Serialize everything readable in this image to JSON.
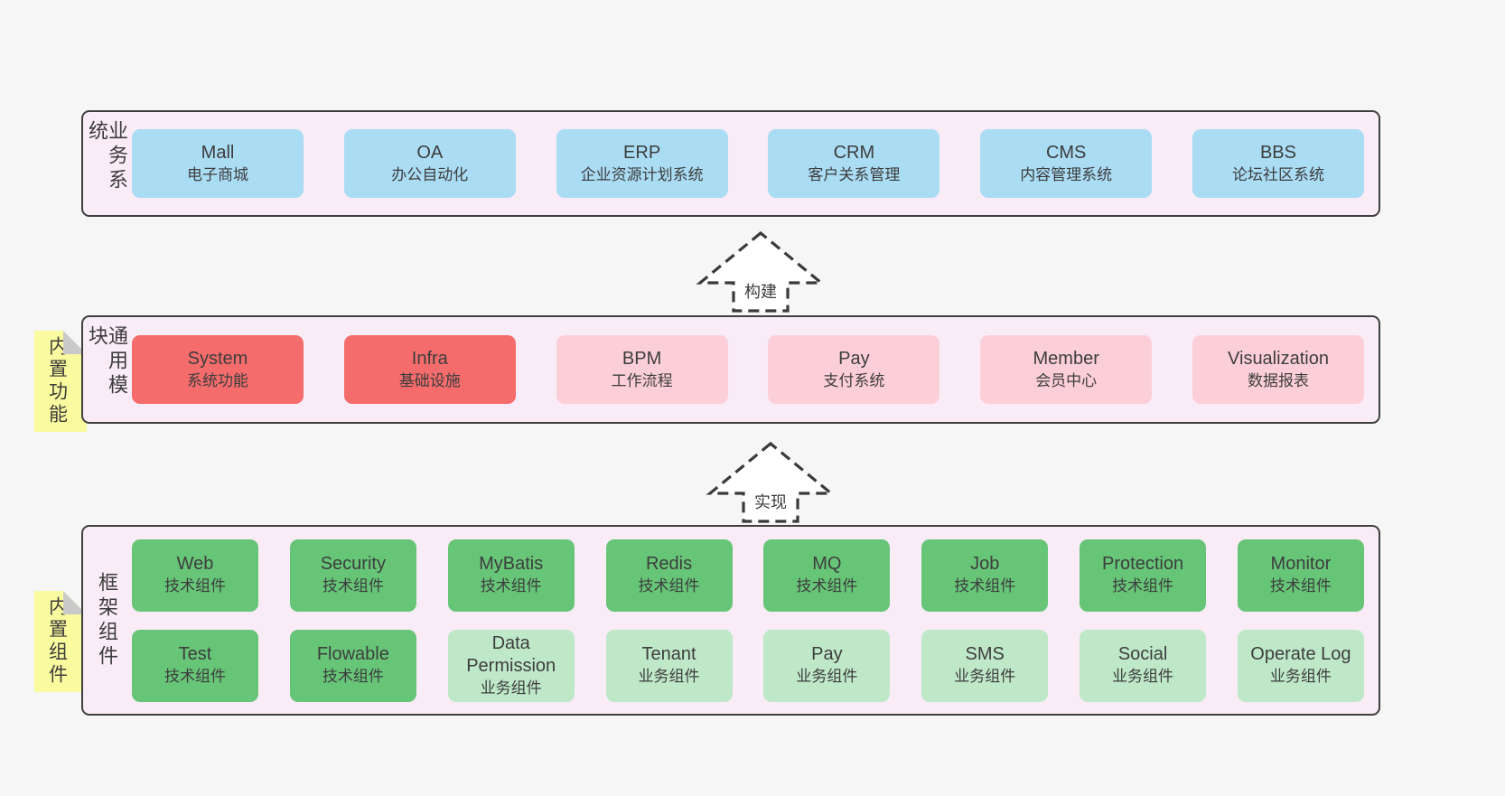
{
  "layers": {
    "business": {
      "label": "业务系统",
      "boxes": [
        {
          "name": "Mall",
          "desc": "电子商城"
        },
        {
          "name": "OA",
          "desc": "办公自动化"
        },
        {
          "name": "ERP",
          "desc": "企业资源计划系统"
        },
        {
          "name": "CRM",
          "desc": "客户关系管理"
        },
        {
          "name": "CMS",
          "desc": "内容管理系统"
        },
        {
          "name": "BBS",
          "desc": "论坛社区系统"
        }
      ]
    },
    "modules": {
      "label": "通用模块",
      "tag": "内置功能",
      "boxes": [
        {
          "name": "System",
          "desc": "系统功能"
        },
        {
          "name": "Infra",
          "desc": "基础设施"
        },
        {
          "name": "BPM",
          "desc": "工作流程"
        },
        {
          "name": "Pay",
          "desc": "支付系统"
        },
        {
          "name": "Member",
          "desc": "会员中心"
        },
        {
          "name": "Visualization",
          "desc": "数据报表"
        }
      ]
    },
    "components": {
      "label": "框架组件",
      "tag": "内置组件",
      "row1": [
        {
          "name": "Web",
          "desc": "技术组件"
        },
        {
          "name": "Security",
          "desc": "技术组件"
        },
        {
          "name": "MyBatis",
          "desc": "技术组件"
        },
        {
          "name": "Redis",
          "desc": "技术组件"
        },
        {
          "name": "MQ",
          "desc": "技术组件"
        },
        {
          "name": "Job",
          "desc": "技术组件"
        },
        {
          "name": "Protection",
          "desc": "技术组件"
        },
        {
          "name": "Monitor",
          "desc": "技术组件"
        }
      ],
      "row2": [
        {
          "name": "Test",
          "desc": "技术组件"
        },
        {
          "name": "Flowable",
          "desc": "技术组件"
        },
        {
          "name": "Data Permission",
          "desc": "业务组件"
        },
        {
          "name": "Tenant",
          "desc": "业务组件"
        },
        {
          "name": "Pay",
          "desc": "业务组件"
        },
        {
          "name": "SMS",
          "desc": "业务组件"
        },
        {
          "name": "Social",
          "desc": "业务组件"
        },
        {
          "name": "Operate Log",
          "desc": "业务组件"
        }
      ]
    }
  },
  "arrows": [
    {
      "label": "构建"
    },
    {
      "label": "实现"
    }
  ],
  "colors": {
    "page_bg": "#f6f6f6",
    "layer_bg": "#f9ecf6",
    "layer_border": "#3f3f3f",
    "business_box": "#aadcf4",
    "core_module_box": "#f56c6c",
    "optional_module_box": "#fccfd8",
    "tech_component_box": "#67c578",
    "biz_component_box": "#bfe8c9",
    "tag_yellow": "#fafa9e",
    "tag_fold_gray": "#c9c9c9",
    "text": "#3d3d3d"
  }
}
